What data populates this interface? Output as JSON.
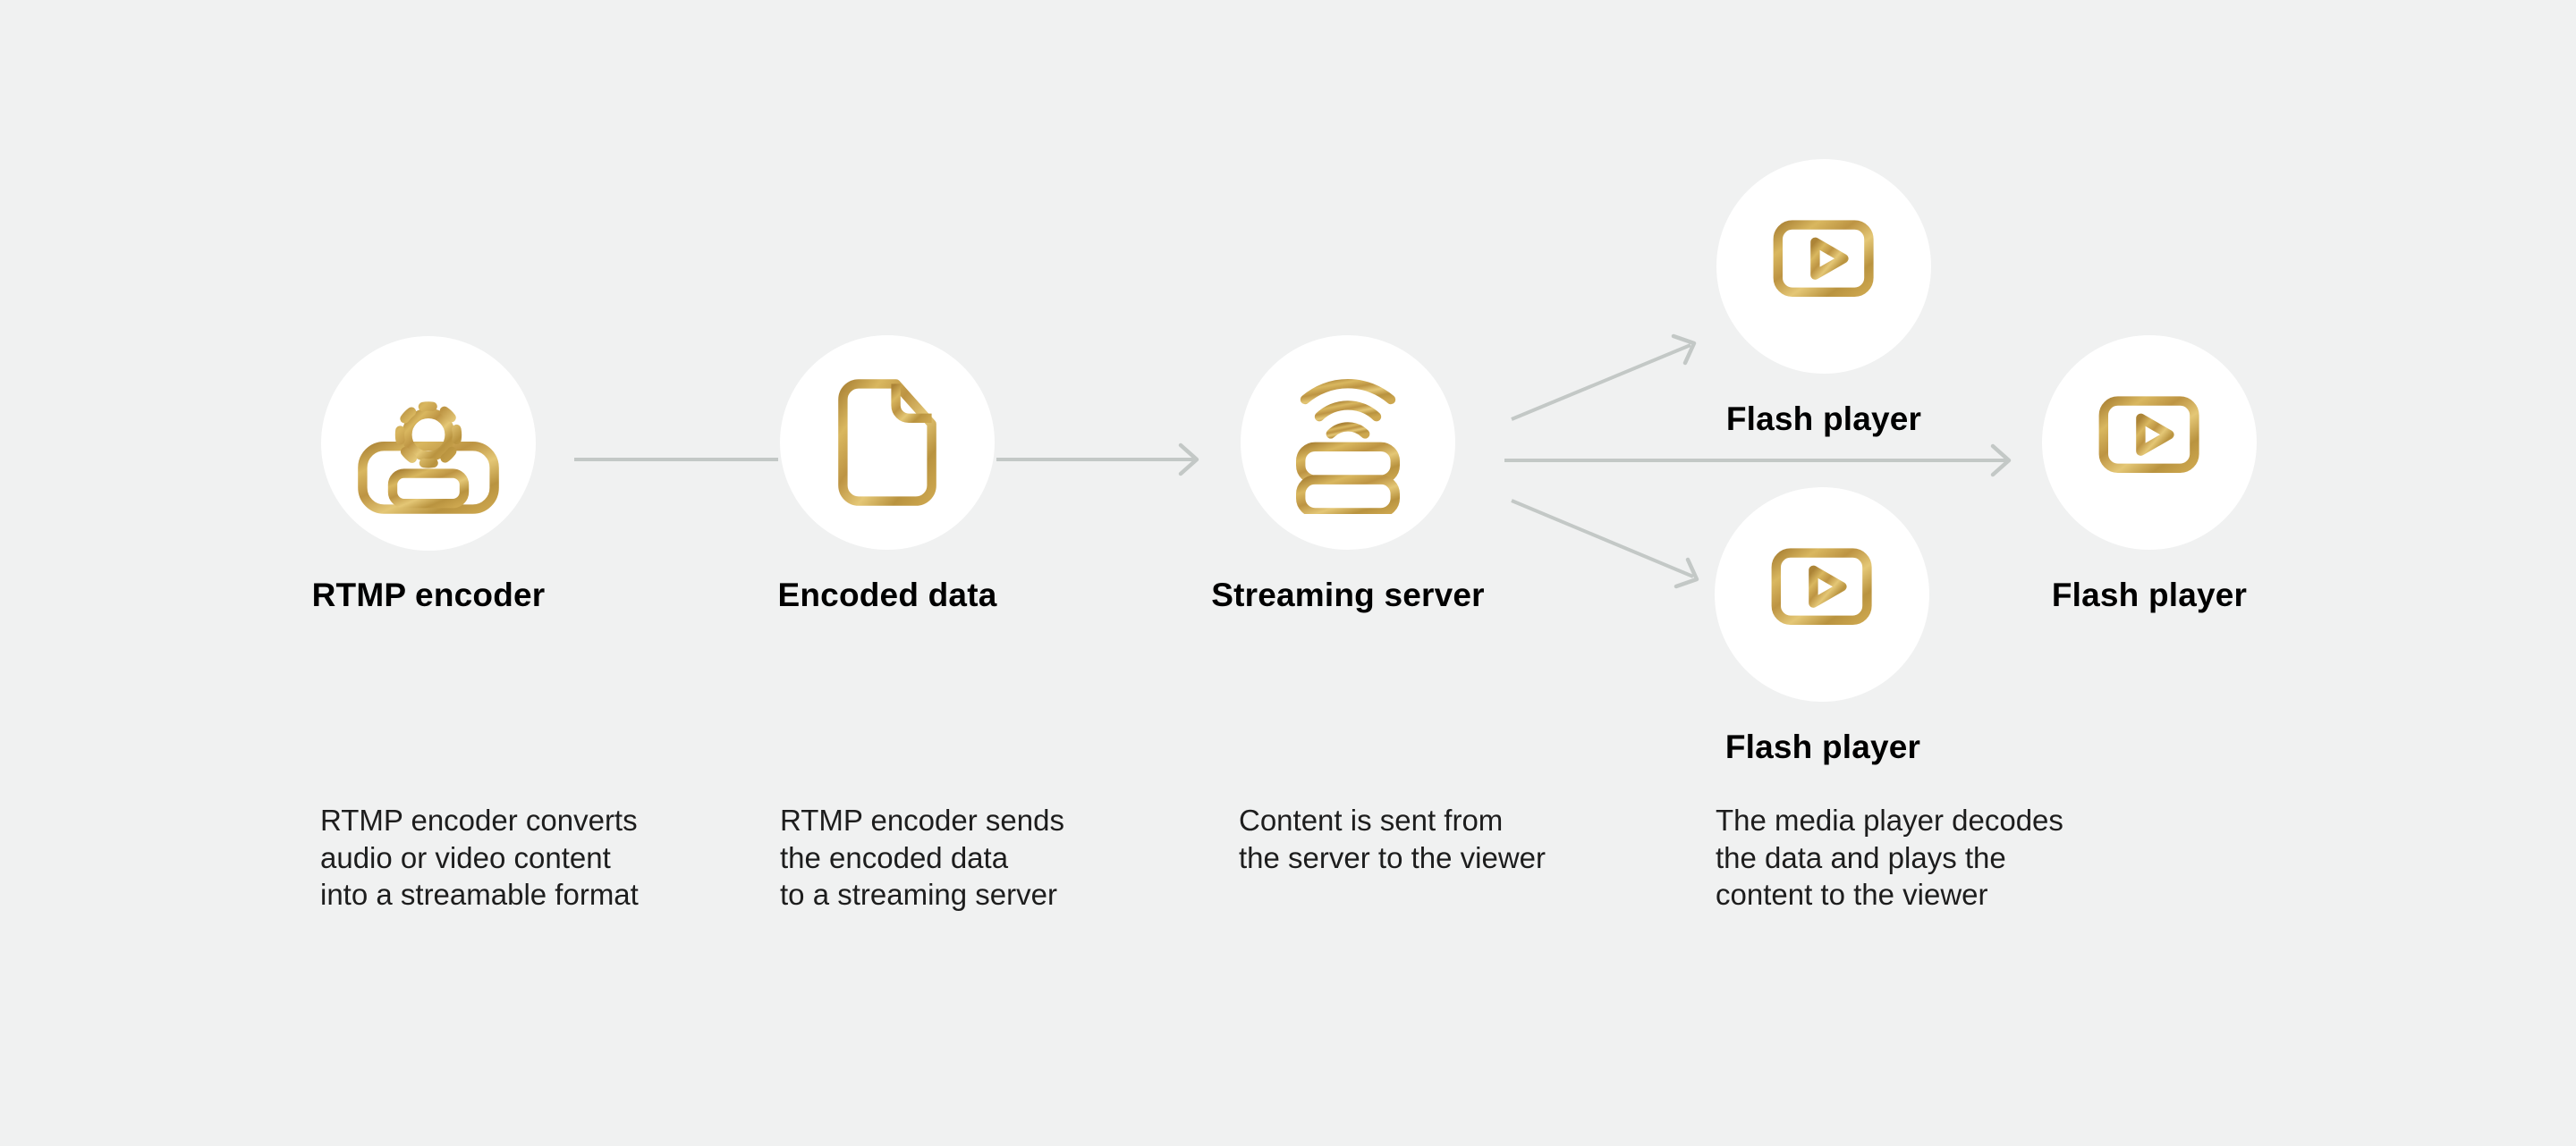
{
  "colors": {
    "css": {
      "bg": "#f0f1f1",
      "line": "#c3c8c6",
      "text": "#1d1d1d",
      "label": "#000000",
      "circle": "#ffffff"
    },
    "gold_stops": [
      "#ac8437",
      "#d9b75f",
      "#bd9443",
      "#e4c776",
      "#b9933f",
      "#cda74f"
    ]
  },
  "diagram": {
    "nodes": [
      {
        "id": "rtmp-encoder",
        "label": "RTMP encoder",
        "icon": "encoder-icon"
      },
      {
        "id": "encoded-data",
        "label": "Encoded data",
        "icon": "document-icon"
      },
      {
        "id": "streaming-server",
        "label": "Streaming server",
        "icon": "server-wifi-icon"
      },
      {
        "id": "flash-player-top",
        "label": "Flash player",
        "icon": "media-player-icon"
      },
      {
        "id": "flash-player-right",
        "label": "Flash player",
        "icon": "media-player-icon"
      },
      {
        "id": "flash-player-bottom",
        "label": "Flash player",
        "icon": "media-player-icon"
      }
    ],
    "descriptions": [
      {
        "step": "rtmp-encoder",
        "text": "RTMP encoder converts\naudio or video content\ninto a streamable format"
      },
      {
        "step": "encoded-data",
        "text": "RTMP encoder sends\nthe encoded data\nto a streaming server"
      },
      {
        "step": "streaming-server",
        "text": "Content is sent from\nthe server to the viewer"
      },
      {
        "step": "flash-player",
        "text": "The media player decodes\nthe data and plays the\ncontent to the viewer"
      }
    ]
  }
}
